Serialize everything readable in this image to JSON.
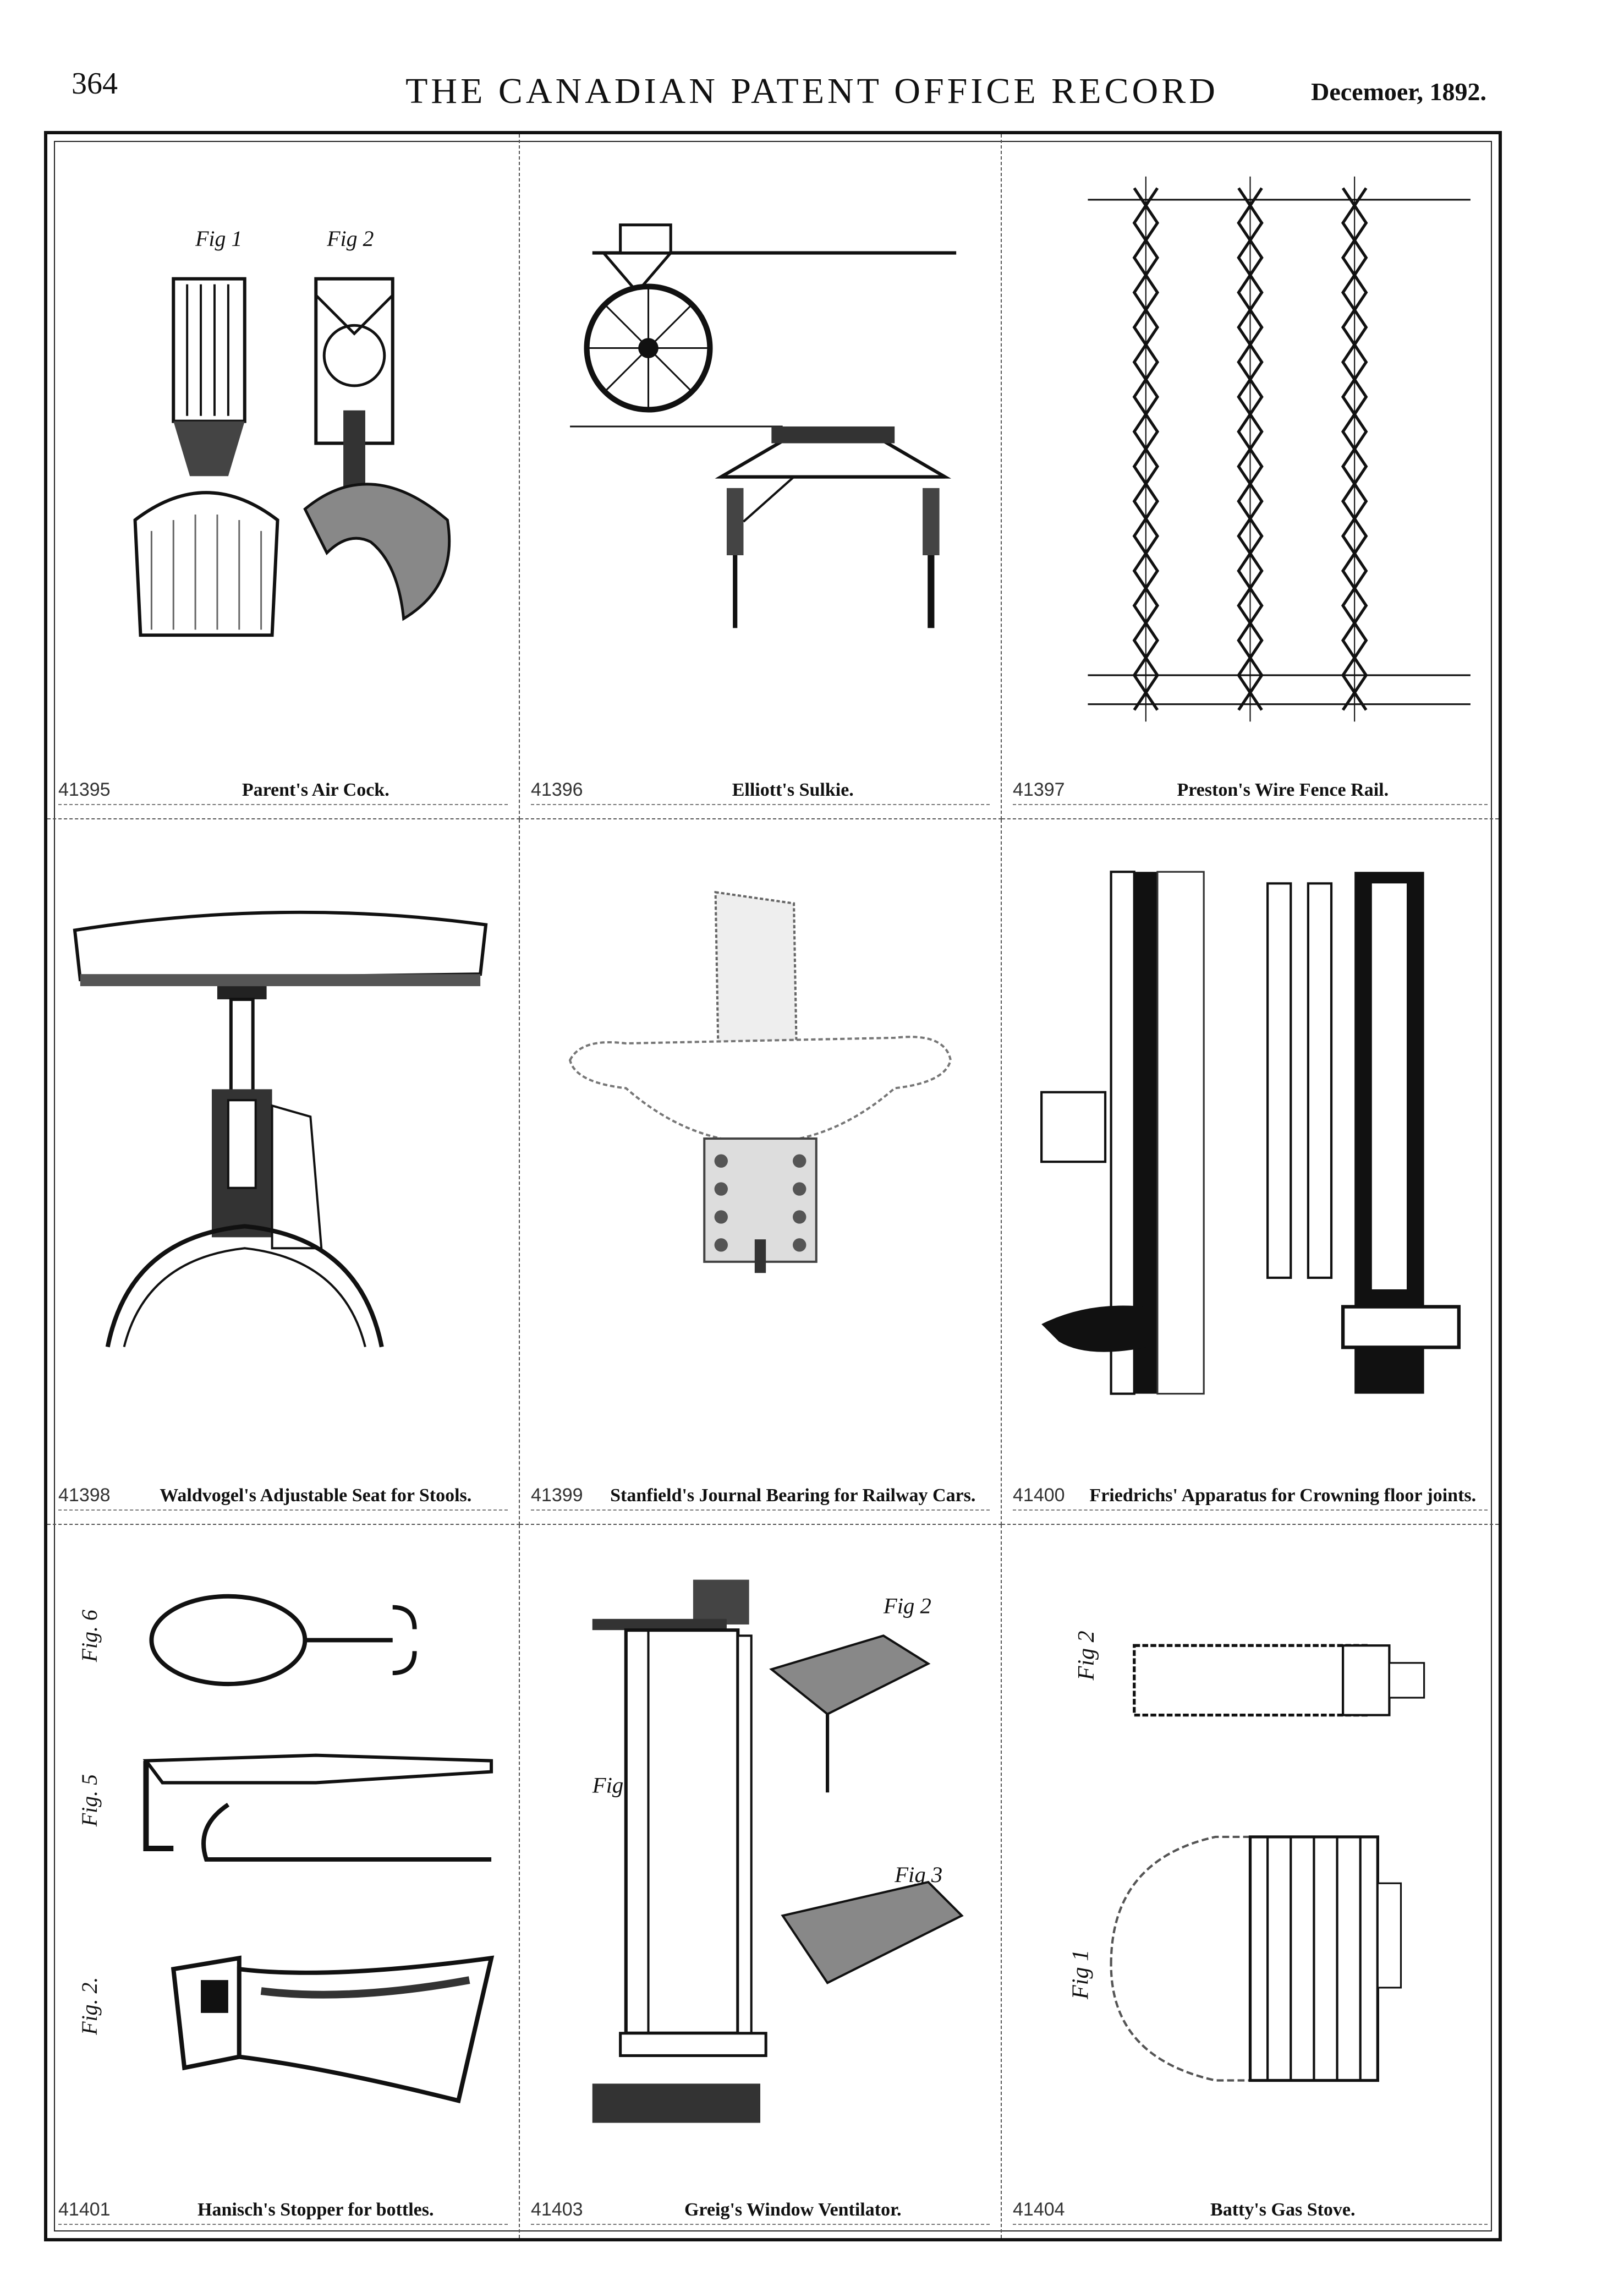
{
  "header": {
    "page_number": "364",
    "title": "THE CANADIAN PATENT OFFICE RECORD",
    "date": "Decemoer, 1892."
  },
  "patents": [
    {
      "number": "41395",
      "title": "Parent's Air Cock."
    },
    {
      "number": "41396",
      "title": "Elliott's Sulkie."
    },
    {
      "number": "41397",
      "title": "Preston's Wire Fence Rail."
    },
    {
      "number": "41398",
      "title": "Waldvogel's Adjustable Seat for Stools."
    },
    {
      "number": "41399",
      "title": "Stanfield's Journal Bearing for Railway Cars."
    },
    {
      "number": "41400",
      "title": "Friedrichs' Apparatus for Crowning floor joints."
    },
    {
      "number": "41401",
      "title": "Hanisch's Stopper for bottles."
    },
    {
      "number": "41403",
      "title": "Greig's Window Ventilator."
    },
    {
      "number": "41404",
      "title": "Batty's Gas Stove."
    }
  ],
  "figure_labels": {
    "air_cock": [
      "Fig 1",
      "Fig 2"
    ],
    "stopper": [
      "Fig. 6",
      "Fig. 5",
      "Fig. 2."
    ],
    "ventilator": [
      "Fig 1",
      "Fig 2",
      "Fig 3"
    ],
    "gas_stove": [
      "Fig 2",
      "Fig 1"
    ]
  }
}
